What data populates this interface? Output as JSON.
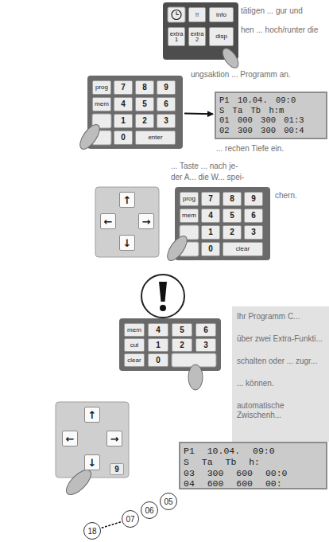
{
  "diagram": {
    "nodes": [
      {
        "text": [
          "!!",
          "info",
          "extra 1",
          "extra 2",
          "disp"
        ]
      },
      {
        "text": [
          "prog",
          "7",
          "8",
          "9",
          "mem",
          "4",
          "5",
          "6",
          "1",
          "2",
          "3",
          "0",
          "enter"
        ]
      },
      {
        "text": [
          "P1 10.04. 09:0",
          "S Ta Tb h:m",
          "01 000 300 01:3",
          "02 300 300 00:4"
        ]
      },
      {
        "text": [
          "↑",
          "←",
          "→",
          "↓"
        ]
      },
      {
        "text": [
          "prog",
          "7",
          "8",
          "9",
          "mem",
          "4",
          "5",
          "6",
          "1",
          "2",
          "3",
          "0",
          "clear"
        ]
      },
      {
        "text": [
          "mem",
          "4",
          "5",
          "6",
          "cut",
          "1",
          "2",
          "3",
          "clear",
          "0"
        ]
      },
      {
        "text": [
          "↑",
          "←",
          "→",
          "↓",
          "9"
        ]
      },
      {
        "text": [
          "P1 10.04. 09:0",
          "S Ta Tb h:",
          "03 300 600 00:0",
          "04 600 600 00:"
        ]
      },
      {
        "text": [
          "18"
        ]
      },
      {
        "text": [
          "07"
        ]
      },
      {
        "text": [
          "06"
        ]
      },
      {
        "text": [
          "05"
        ]
      }
    ],
    "edges": [
      {
        "from": 1,
        "to": 2,
        "arrow": "to"
      },
      {
        "from": 8,
        "to": 9,
        "arrow": "none"
      }
    ],
    "labels": [
      "tätigen ... gur und",
      "hen ... hoch/runter die",
      "ungsaktion ... Programm an.",
      "... rechen Tiefe ein.",
      "... Taste ... nach je-",
      "der A... die W... spei-",
      "chern.",
      "Ihr Programm C...",
      "über zwei Extra-Funkti...",
      "schalten oder ... zugr...",
      "... können.",
      "automatische Zwischenh..."
    ]
  }
}
